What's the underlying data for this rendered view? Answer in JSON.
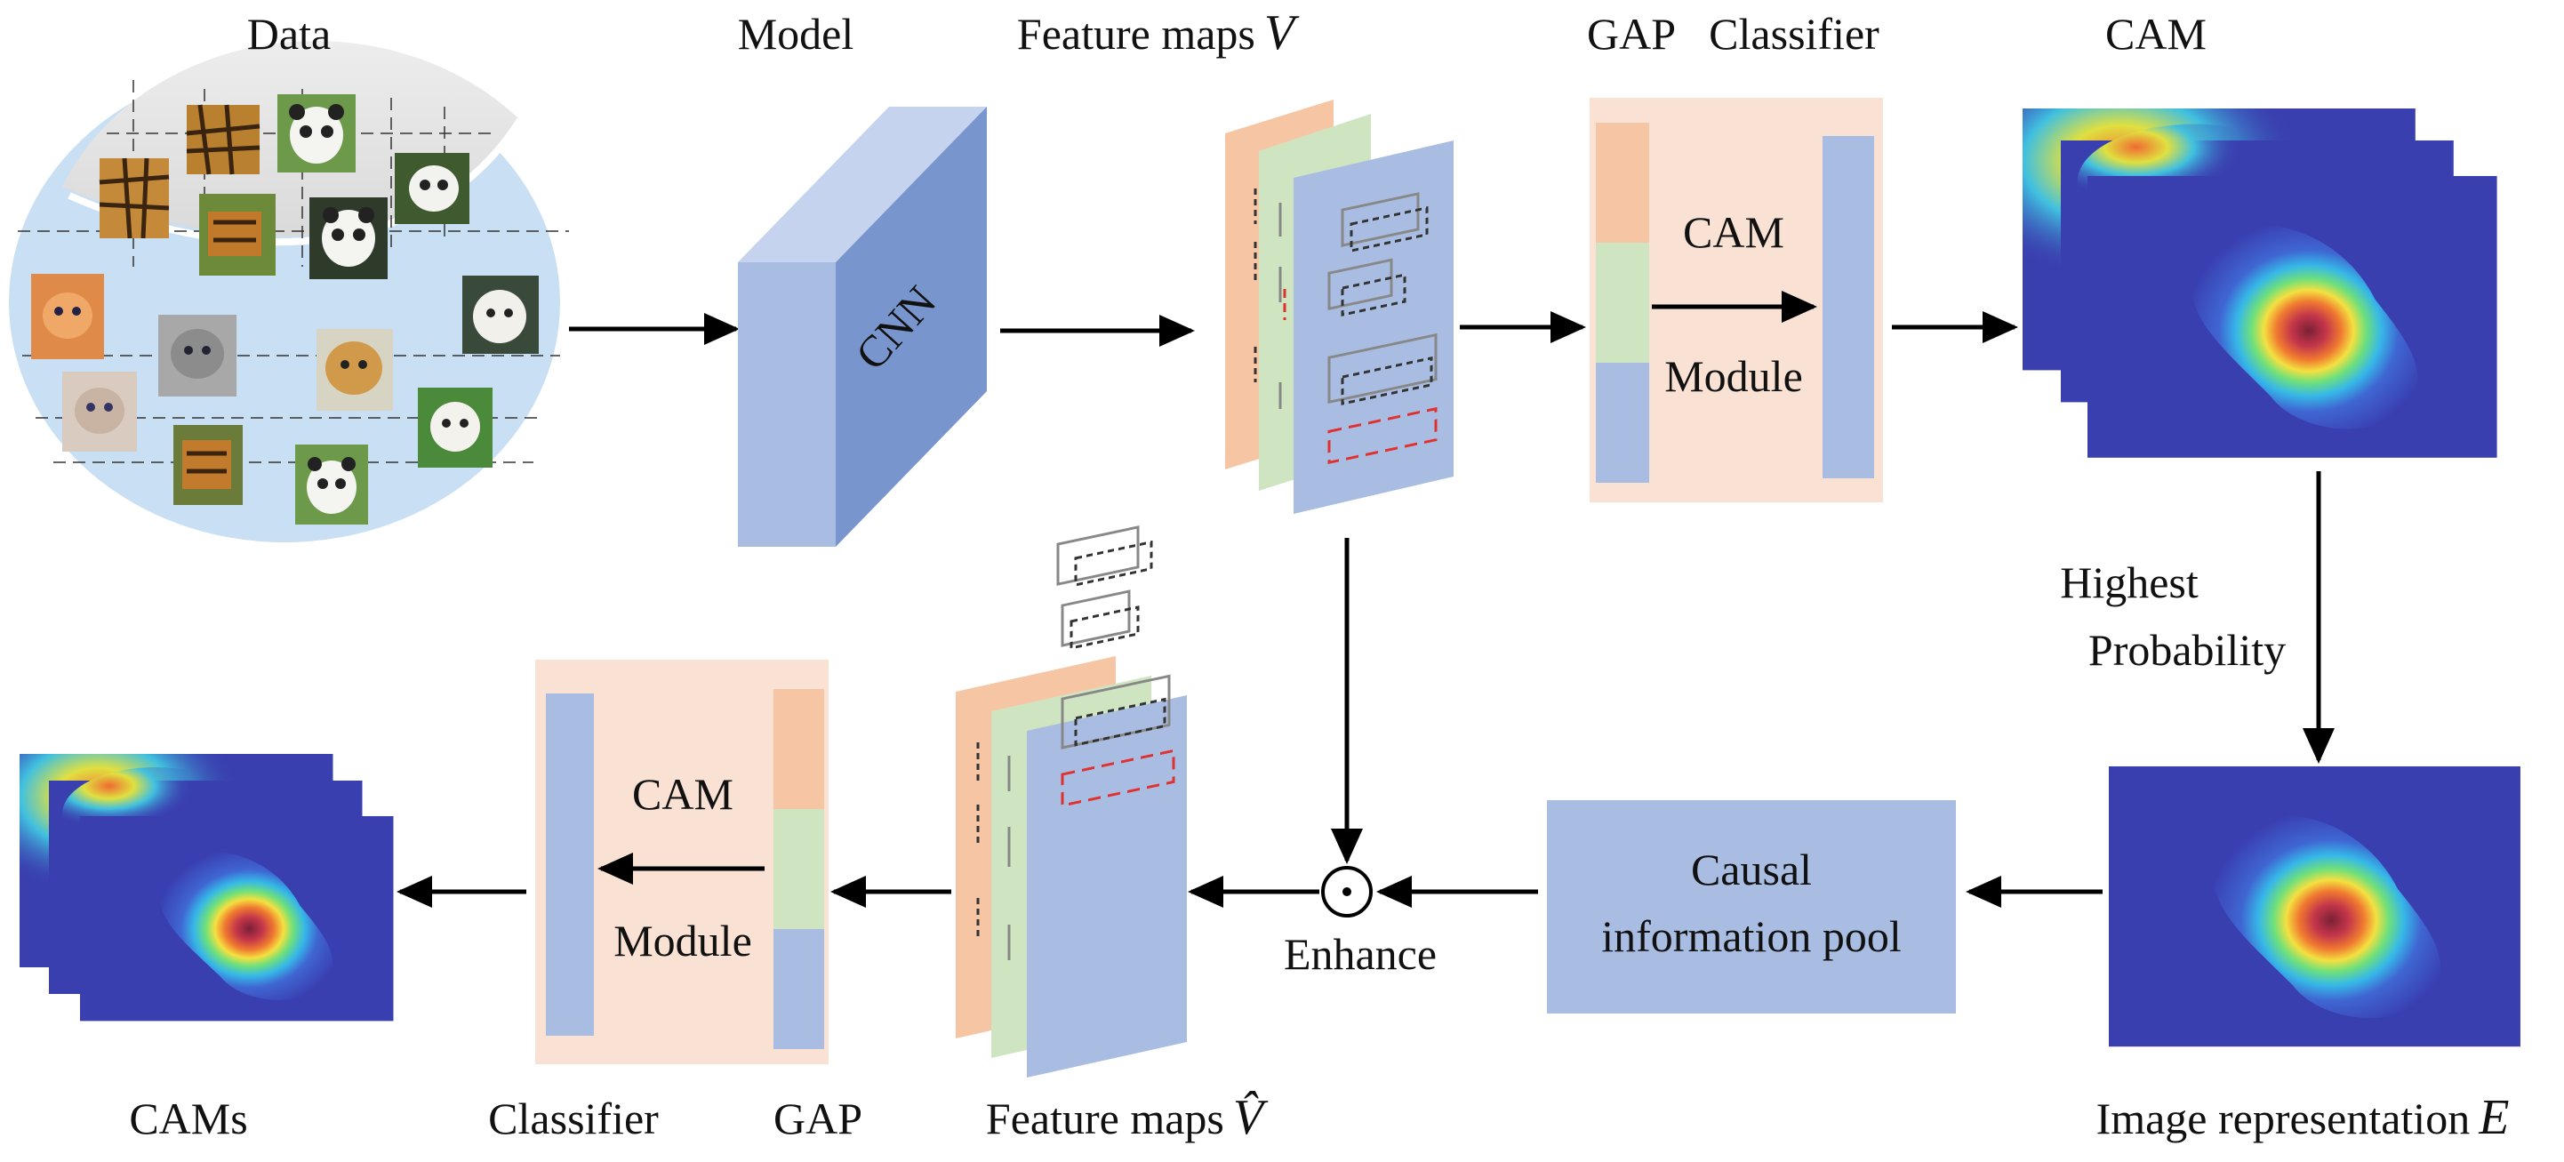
{
  "labels": {
    "data": "Data",
    "model": "Model",
    "feature_maps_top": "Feature maps",
    "feature_maps_top_symbol": "V",
    "gap_top": "GAP",
    "classifier_top": "Classifier",
    "cam_top": "CAM",
    "cnn": "CNN",
    "cam_module_line1": "CAM",
    "cam_module_line2": "Module",
    "highest_line1": "Highest",
    "highest_line2": "Probability",
    "image_rep": "Image representation",
    "image_rep_symbol": "E",
    "causal_line1": "Causal",
    "causal_line2": "information pool",
    "enhance": "Enhance",
    "odot": "⊙",
    "feature_maps_bottom": "Feature maps",
    "feature_maps_bottom_symbol": "V̂",
    "gap_bottom": "GAP",
    "classifier_bottom": "Classifier",
    "cams": "CAMs"
  },
  "colors": {
    "blue_block": "#a9bde3",
    "cnn_front": "#8aa6d6",
    "cnn_top": "#c5d3ee",
    "cnn_side": "#7896cd",
    "peach_panel": "#f9e2d3",
    "orange_seg": "#f6c6a4",
    "green_seg": "#cfe5c2",
    "heatmap_bg": "#3a3fb0",
    "data_top": "#e3e3e3",
    "data_bottom": "#c6dcf1",
    "dashed_red": "#e03030"
  },
  "icons": {
    "data_images": [
      "tiger-thumbnail",
      "panda-thumbnail",
      "cat-thumbnail",
      "dog-thumbnail"
    ]
  }
}
